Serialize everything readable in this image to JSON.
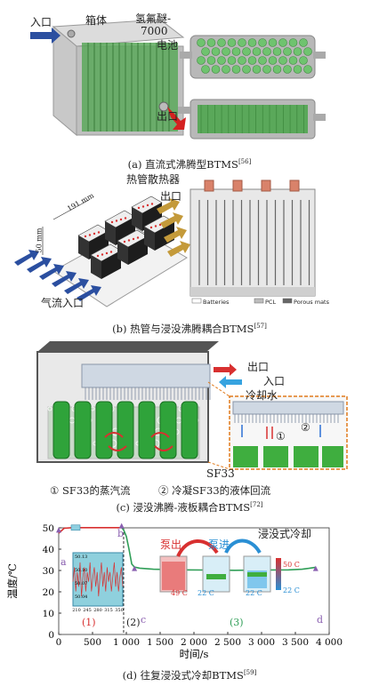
{
  "panel_a": {
    "labels": {
      "inlet": "入口",
      "box": "箱体",
      "fluid": "氢氟醚-",
      "fluid_num": "7000",
      "battery": "电池",
      "outlet": "出口"
    },
    "caption": {
      "text": "(a) 直流式沸腾型BTMS",
      "ref": "[56]"
    }
  },
  "panel_b": {
    "labels": {
      "heatpipe": "热管散热器",
      "outlet": "出口",
      "inlet": "气流入口",
      "dim1": "191 mm",
      "dim2": "50 mm"
    },
    "legend": [
      "Batteries",
      "PCL",
      "Porous mats"
    ],
    "caption": {
      "text": "(b) 热管与浸没沸腾耦合BTMS",
      "ref": "[57]"
    }
  },
  "panel_c": {
    "labels": {
      "outlet": "出口",
      "inlet": "入口",
      "water": "冷却水",
      "sf33": "SF33",
      "m1": "①",
      "m2": "②"
    },
    "notes": {
      "n1": "① SF33的蒸汽流",
      "n2": "② 冷凝SF33的液体回流"
    },
    "caption": {
      "text": "(c) 浸没沸腾-液板耦合BTMS",
      "ref": "[72]"
    }
  },
  "panel_d": {
    "caption": {
      "text": "(d) 往复浸没式冷却BTMS",
      "ref": "[59]"
    },
    "labels": {
      "title": "浸没式冷却",
      "pump_out": "泵出",
      "pump_in": "泵进",
      "t49": "49 C",
      "t22a": "22 C",
      "t22b": "22 C",
      "t50": "50 C",
      "t22c": "22 C",
      "a": "a",
      "b": "b",
      "c": "c",
      "d": "d",
      "s1": "(1)",
      "s2": "(2)",
      "s3": "(3)"
    },
    "colors": {
      "curve": "#2f9e57",
      "start": "#d83030",
      "pump_out": "#d83030",
      "pump_in": "#2a8fd4"
    }
  },
  "chart_data": {
    "type": "line",
    "xlabel": "时间/s",
    "ylabel": "温度/℃",
    "xlim": [
      0,
      4000
    ],
    "ylim": [
      0,
      50
    ],
    "xticks": [
      0,
      500,
      1000,
      1500,
      2000,
      2500,
      3000,
      3500,
      4000
    ],
    "xtick_labels": [
      "0",
      "500",
      "1 000",
      "1 500",
      "2 000",
      "2 500",
      "3 000",
      "3 500",
      "4 000"
    ],
    "yticks": [
      0,
      10,
      20,
      30,
      40,
      50
    ],
    "series": [
      {
        "x": [
          0,
          80,
          200,
          400,
          600,
          800,
          930,
          960,
          1000,
          1040,
          1080,
          1120,
          1200,
          1400,
          1800,
          2200,
          2600,
          3000,
          3400,
          3600,
          3700,
          3800
        ],
        "y": [
          47.5,
          49.8,
          50.1,
          50.1,
          50.1,
          50.1,
          50.1,
          49,
          46,
          40,
          33,
          31.6,
          31.1,
          30.6,
          30.3,
          30.2,
          30.1,
          30.2,
          30.3,
          30.6,
          31,
          31.5
        ]
      }
    ],
    "inset": {
      "xticks": [
        "210",
        "245",
        "280",
        "315",
        "350"
      ],
      "yticks": [
        "50.13",
        "50.10",
        "50.07",
        "50.04"
      ],
      "x": [
        210,
        214,
        218,
        222,
        226,
        230,
        234,
        238,
        242,
        246,
        250,
        254,
        258,
        262,
        266,
        270,
        274,
        278,
        282,
        286,
        290,
        294,
        298,
        302,
        306,
        310,
        314,
        318,
        322,
        326,
        330,
        334,
        338,
        342,
        346,
        350
      ],
      "y": [
        50.08,
        50.11,
        50.06,
        50.1,
        50.07,
        50.12,
        50.05,
        50.09,
        50.11,
        50.06,
        50.1,
        50.08,
        50.12,
        50.06,
        50.09,
        50.11,
        50.07,
        50.1,
        50.05,
        50.09,
        50.12,
        50.07,
        50.1,
        50.06,
        50.11,
        50.08,
        50.1,
        50.06,
        50.09,
        50.12,
        50.07,
        50.1,
        50.06,
        50.09,
        50.11,
        50.07
      ],
      "ylim": [
        50.03,
        50.14
      ]
    }
  }
}
